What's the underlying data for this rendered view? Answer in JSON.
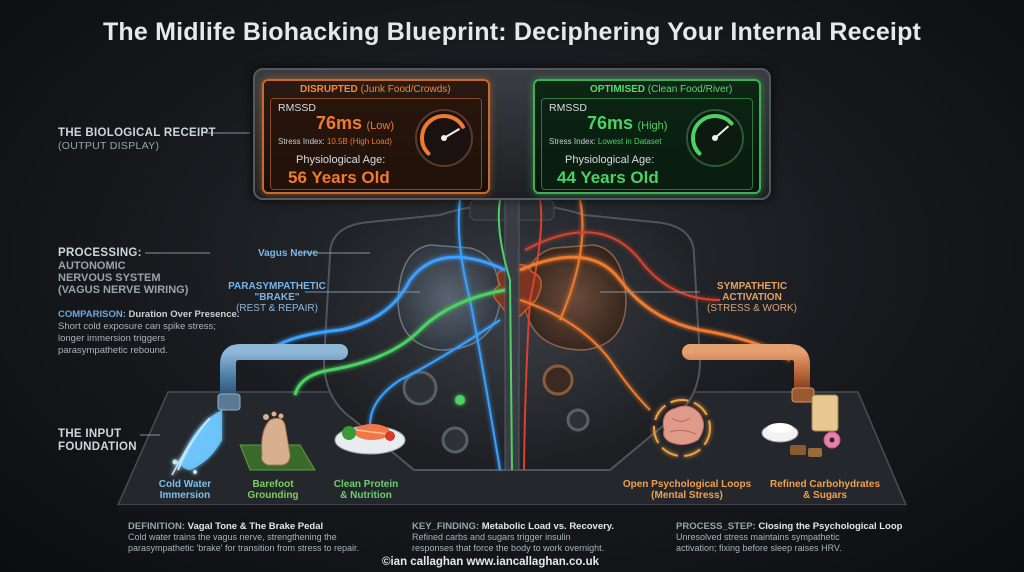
{
  "title": "The Midlife Biohacking Blueprint: Deciphering Your Internal Receipt",
  "labels": {
    "receipt_head": "THE BIOLOGICAL RECEIPT",
    "receipt_sub": "(OUTPUT DISPLAY)",
    "processing_head": "PROCESSING:",
    "processing_sub1": "AUTONOMIC",
    "processing_sub2": "NERVOUS SYSTEM",
    "processing_sub3": "(VAGUS NERVE WIRING)",
    "input_head1": "THE INPUT",
    "input_head2": "FOUNDATION"
  },
  "comparison": {
    "key": "COMPARISON:",
    "title": "Duration Over Presence.",
    "line1": "Short cold exposure can spike stress;",
    "line2": "longer immersion triggers",
    "line3": "parasympathetic rebound."
  },
  "disrupted": {
    "header": "DISRUPTED",
    "header_note": "(Junk Food/Crowds)",
    "rmssd_label": "RMSSD",
    "rmssd_value": "76ms",
    "rmssd_note": "(Low)",
    "stress_label": "Stress Index:",
    "stress_value": "10.5B (High Load)",
    "phys_label": "Physiological Age:",
    "phys_value": "56 Years Old",
    "gauge_level": 0.72,
    "color": "#f07a2e"
  },
  "optimised": {
    "header": "OPTIMISED",
    "header_note": "(Clean Food/River)",
    "rmssd_label": "RMSSD",
    "rmssd_value": "76ms",
    "rmssd_note": "(High)",
    "stress_label": "Stress Index:",
    "stress_value": "Lowest in Dataset",
    "phys_label": "Physiological Age:",
    "phys_value": "44 Years Old",
    "gauge_level": 0.68,
    "color": "#4cd264"
  },
  "diagram": {
    "vagus_nerve": "Vagus Nerve",
    "parasympathetic1": "PARASYMPATHETIC",
    "parasympathetic2": "\"BRAKE\"",
    "parasympathetic3": "(REST & REPAIR)",
    "sympathetic1": "SYMPATHETIC",
    "sympathetic2": "ACTIVATION",
    "sympathetic3": "(STRESS & WORK)"
  },
  "inputs": {
    "cold_water1": "Cold Water",
    "cold_water2": "Immersion",
    "barefoot1": "Barefoot",
    "barefoot2": "Grounding",
    "protein1": "Clean Protein",
    "protein2": "& Nutrition",
    "loops1": "Open Psychological Loops",
    "loops2": "(Mental Stress)",
    "carbs1": "Refined Carbohydrates",
    "carbs2": "& Sugars"
  },
  "footer": {
    "def_key": "DEFINITION:",
    "def_title": "Vagal Tone & The Brake Pedal",
    "def_line1": "Cold water trains the vagus nerve, strengthening the",
    "def_line2": "parasympathetic 'brake' for transition from stress to repair.",
    "kf_key": "KEY_FINDING:",
    "kf_title": "Metabolic Load vs. Recovery.",
    "kf_line1": "Refined carbs and sugars trigger insulin",
    "kf_line2": "responses that force the body to work overnight.",
    "ps_key": "PROCESS_STEP:",
    "ps_title": "Closing the Psychological Loop",
    "ps_line1": "Unresolved stress maintains sympathetic",
    "ps_line2": "activation; fixing before sleep raises HRV.",
    "credit": "©ian callaghan  www.iancallaghan.co.uk"
  },
  "colors": {
    "blue_nerve": "#3aa0ff",
    "green_nerve": "#4cd264",
    "orange_nerve": "#f07a2e",
    "red_nerve": "#d8432e"
  }
}
